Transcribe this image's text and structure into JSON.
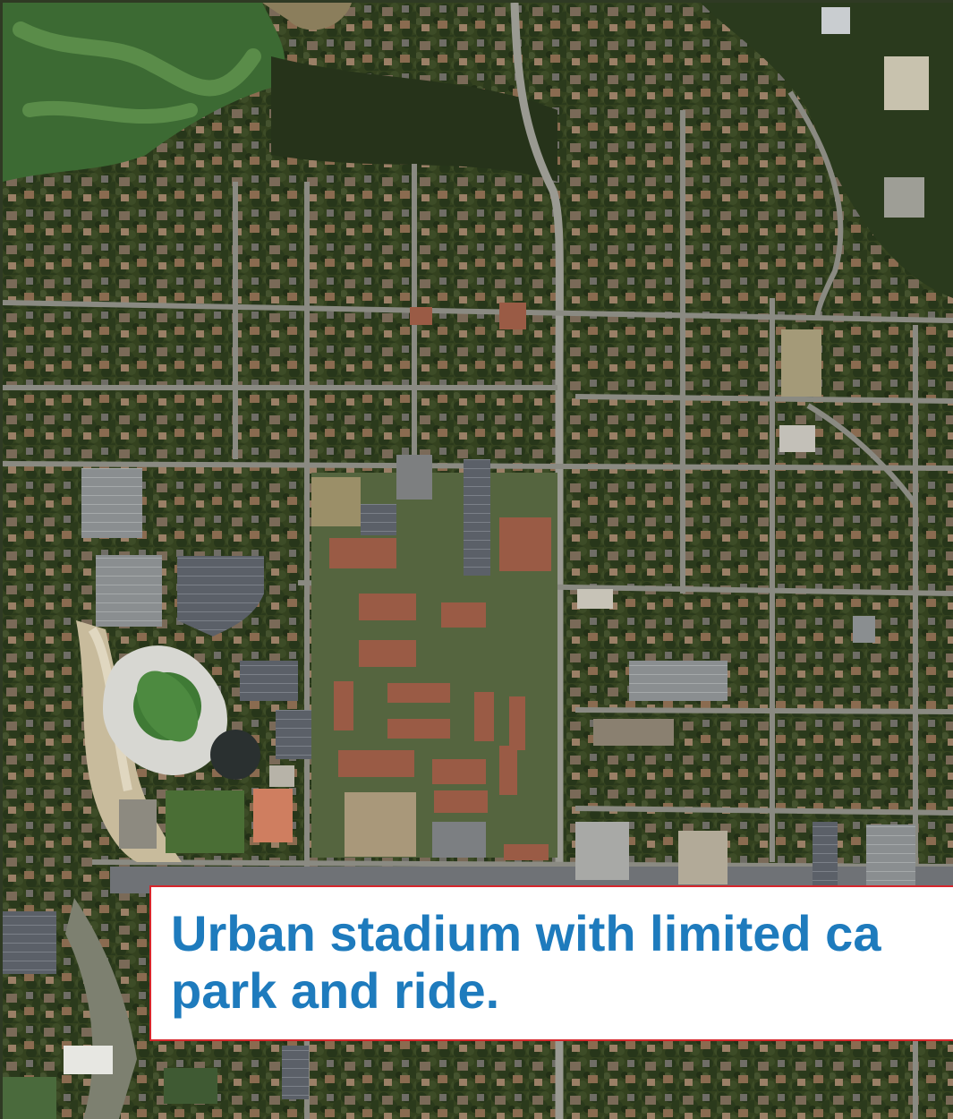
{
  "map": {
    "kind": "satellite-aerial",
    "features": [
      "football-stadium",
      "parking-lots",
      "golf-course",
      "campus-buildings",
      "residential-grid",
      "main-avenue"
    ]
  },
  "caption": {
    "text": "Urban stadium with limited ca\npark and ride.",
    "text_color": "#1e7bbd",
    "border_color": "#d7262b"
  }
}
